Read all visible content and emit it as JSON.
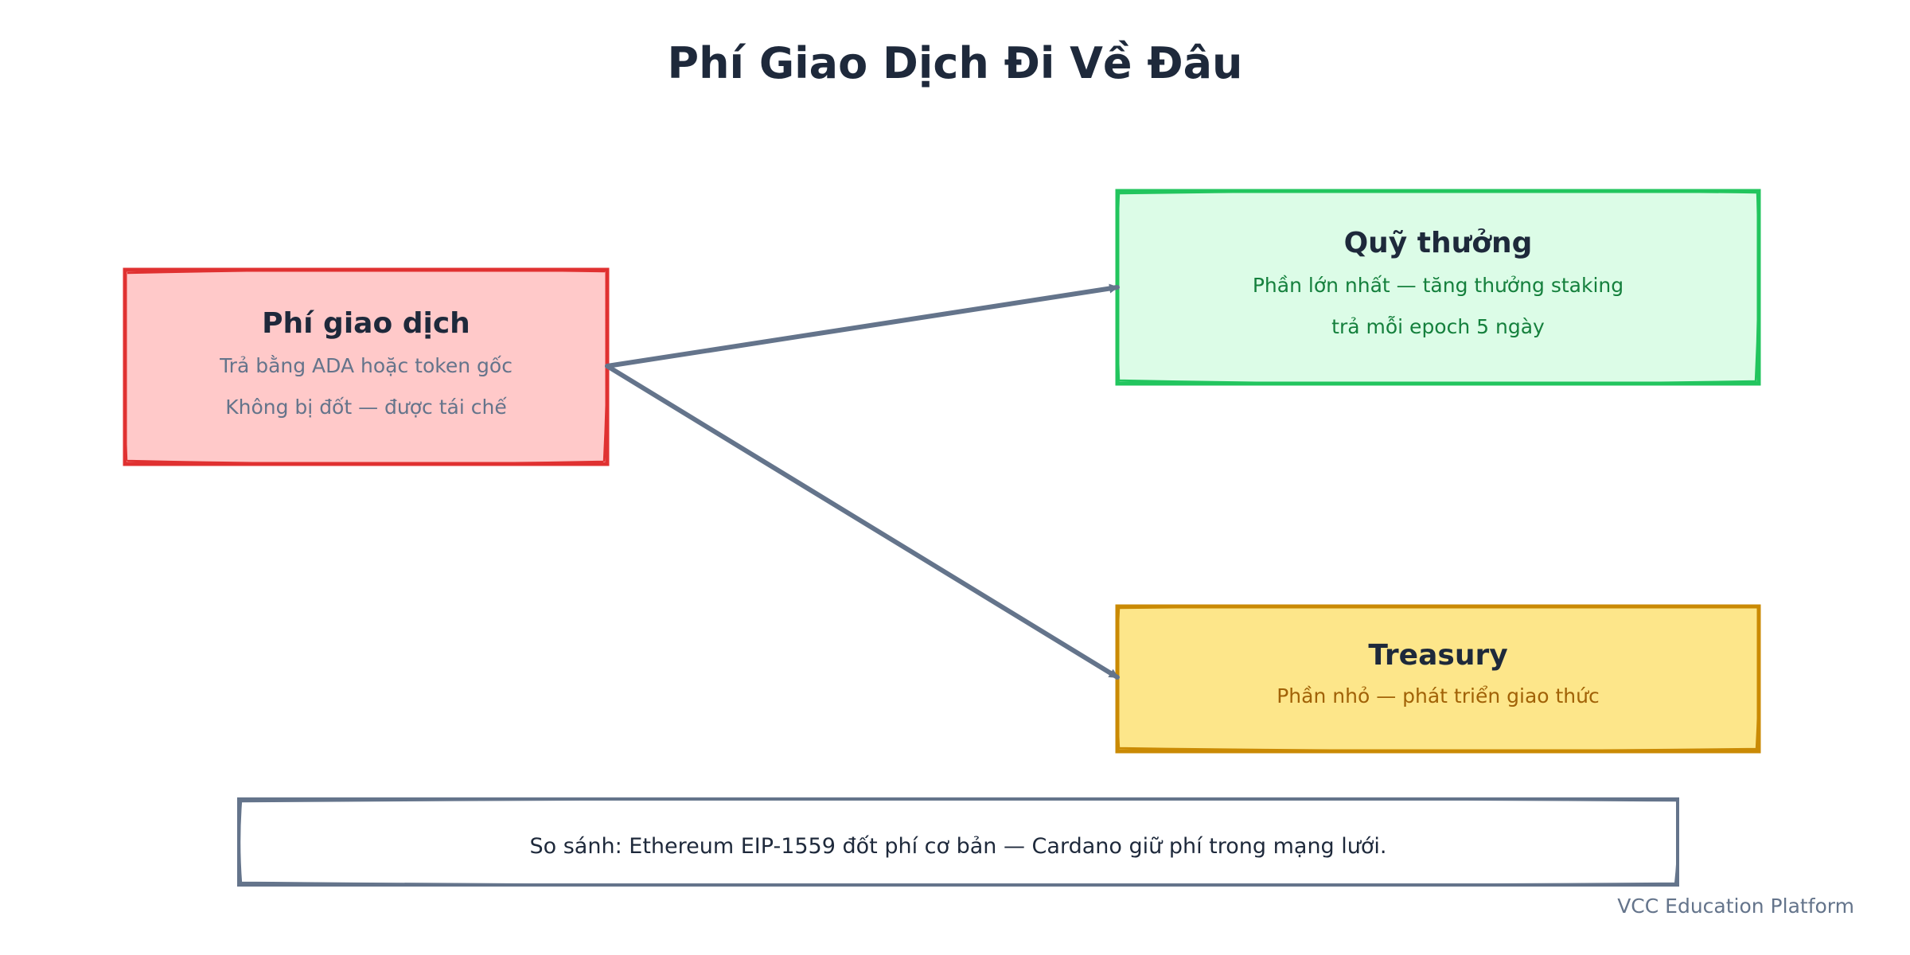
{
  "title": "Phí Giao Dịch Đi Về Đâu",
  "nodes": {
    "fee": {
      "title": "Phí giao dịch",
      "line1": "Trả bằng ADA hoặc token gốc",
      "line2": "Không bị đốt — được tái chế",
      "fill": "#ffc9c9",
      "stroke": "#e03131",
      "text_color": "#64748b"
    },
    "reward": {
      "title": "Quỹ thưởng",
      "line1": "Phần lớn nhất — tăng thưởng staking",
      "line2": "trả mỗi epoch 5 ngày",
      "fill": "#dcfce7",
      "stroke": "#22c55e",
      "text_color": "#15803d"
    },
    "treasury": {
      "title": "Treasury",
      "line1": "Phần nhỏ — phát triển giao thức",
      "fill": "#fde68a",
      "stroke": "#ca8a04",
      "text_color": "#a16207"
    }
  },
  "note": "So sánh: Ethereum EIP-1559 đốt phí cơ bản — Cardano giữ phí trong mạng lưới.",
  "footer": "VCC Education Platform",
  "colors": {
    "title": "#1e293b",
    "arrow": "#64748b",
    "note_border": "#64748b",
    "footer": "#64748b"
  }
}
